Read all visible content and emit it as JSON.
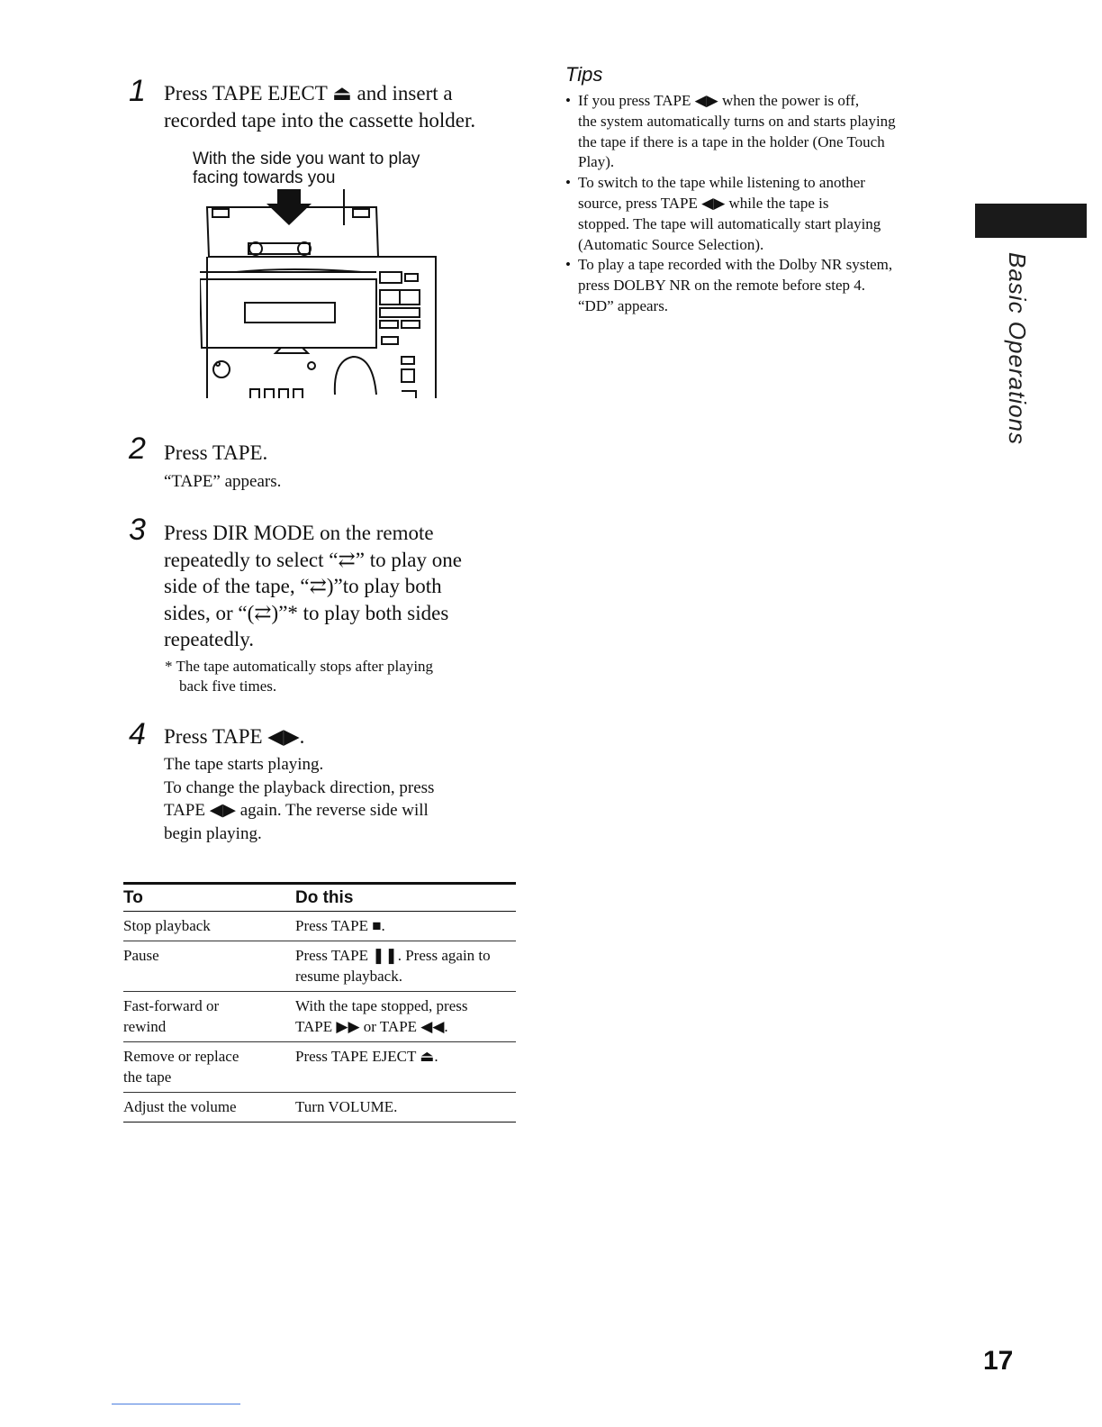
{
  "steps": [
    {
      "number": "1",
      "lines": [
        "Press TAPE EJECT ⏏ and insert a",
        "recorded tape into the cassette holder."
      ]
    },
    {
      "number": "2",
      "head": "Press TAPE.",
      "body": "“TAPE” appears."
    },
    {
      "number": "3",
      "lines": [
        "Press DIR MODE on the remote",
        "repeatedly to select “⇄” to play one",
        "side of the tape, “⇄)”to play both",
        "sides, or “(⇄)”* to play both sides",
        "repeatedly."
      ],
      "note_lines": [
        "* The tape automatically stops after playing",
        "back five times."
      ]
    },
    {
      "number": "4",
      "head": "Press TAPE ◀▶.",
      "body_lines": [
        "The tape starts playing.",
        "To change the playback direction, press",
        "TAPE ◀▶ again. The reverse side will",
        "begin playing."
      ]
    }
  ],
  "figure": {
    "caption_lines": [
      "With the side you want to play",
      "facing towards you"
    ]
  },
  "tips": {
    "title": "Tips",
    "items": [
      {
        "lines": [
          "If you press TAPE ◀▶ when the power is off,",
          "the system automatically turns on and starts playing",
          "the tape if there is a tape in the holder (One Touch",
          "Play)."
        ]
      },
      {
        "lines": [
          "To switch to the tape while listening to another",
          "source, press TAPE ◀▶ while the tape is",
          "stopped. The tape will automatically start playing",
          "(Automatic Source Selection)."
        ]
      },
      {
        "lines": [
          "To play a tape recorded with the Dolby NR system,",
          "press DOLBY NR on the remote before step 4.",
          "“DD” appears."
        ]
      }
    ]
  },
  "table": {
    "headers": [
      "To",
      "Do this"
    ],
    "rows": [
      [
        [
          "Stop playback"
        ],
        [
          "Press TAPE ■."
        ]
      ],
      [
        [
          "Pause"
        ],
        [
          "Press TAPE ❚❚. Press again to",
          "resume playback."
        ]
      ],
      [
        [
          "Fast-forward or",
          "rewind"
        ],
        [
          "With the tape stopped, press",
          "TAPE ▶▶ or TAPE ◀◀."
        ]
      ],
      [
        [
          "Remove or replace",
          "the tape"
        ],
        [
          "Press TAPE EJECT ⏏."
        ]
      ],
      [
        [
          "Adjust the volume"
        ],
        [
          "Turn VOLUME."
        ]
      ]
    ]
  },
  "section_label": "Basic Operations",
  "page_number": "17"
}
